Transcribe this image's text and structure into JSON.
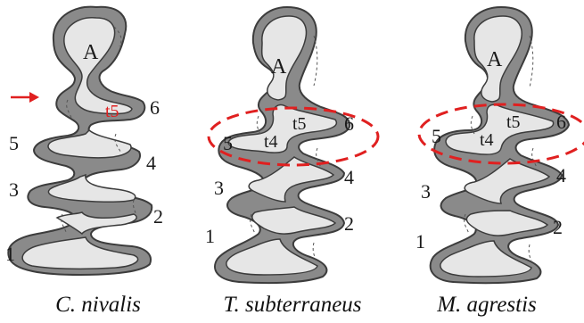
{
  "colors": {
    "enamel": "#8a8a8a",
    "dentine": "#e6e6e6",
    "outline": "#3c3c3c",
    "highlight": "#e02020"
  },
  "specimens": [
    {
      "caption": "C. nivalis",
      "labels": {
        "anterior": "A",
        "t5": "t5",
        "s1": "1",
        "s2": "2",
        "s3": "3",
        "s4": "4",
        "s5": "5",
        "s6": "6"
      },
      "has_arrow": true,
      "has_highlight_ellipse": false
    },
    {
      "caption": "T. subterraneus",
      "labels": {
        "anterior": "A",
        "t4": "t4",
        "t5": "t5",
        "s1": "1",
        "s2": "2",
        "s3": "3",
        "s4": "4",
        "s5": "5",
        "s6": "6"
      },
      "has_arrow": false,
      "has_highlight_ellipse": true
    },
    {
      "caption": "M. agrestis",
      "labels": {
        "anterior": "A",
        "t4": "t4",
        "t5": "t5",
        "s1": "1",
        "s2": "2",
        "s3": "3",
        "s4": "4",
        "s5": "5",
        "s6": "6"
      },
      "has_arrow": false,
      "has_highlight_ellipse": true
    }
  ],
  "icons": {
    "arrow": "right-arrow-icon"
  }
}
